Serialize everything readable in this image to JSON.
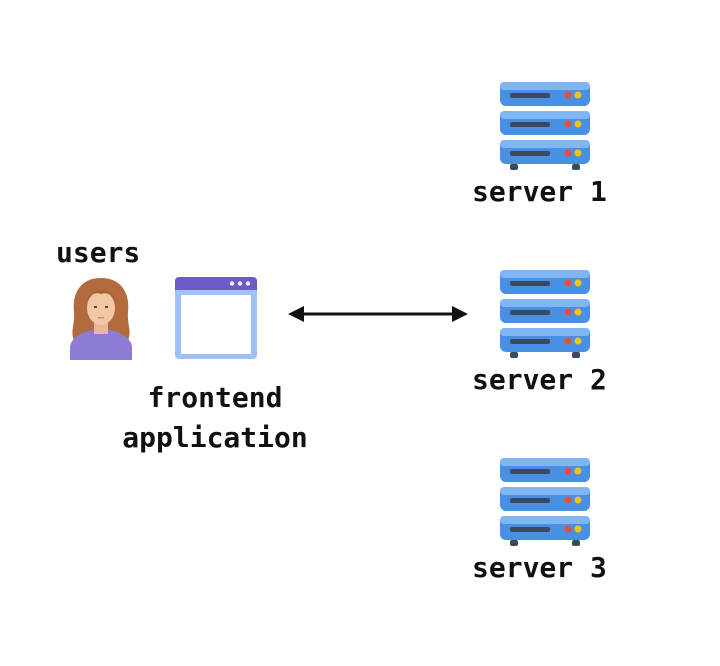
{
  "diagram": {
    "users": {
      "label": "users",
      "icon": "user-icon"
    },
    "frontend": {
      "label_line1": "frontend",
      "label_line2": "application",
      "icon": "browser-window-icon"
    },
    "servers": [
      {
        "label": "server 1",
        "icon": "server-icon"
      },
      {
        "label": "server 2",
        "icon": "server-icon"
      },
      {
        "label": "server 3",
        "icon": "server-icon"
      }
    ],
    "connection": {
      "from": "frontend application",
      "to": "server 2",
      "type": "bidirectional-arrow"
    },
    "colors": {
      "server_blue": "#4a90e2",
      "server_light": "#7fb6f3",
      "server_slot": "#3a4a63",
      "led_red": "#e74c3c",
      "led_yellow": "#f1c40f",
      "browser_bar": "#6e59c9",
      "browser_frame": "#9ec0f5",
      "user_hair": "#b36b3e",
      "user_skin": "#f2c7a5",
      "user_shirt": "#8d7bd4",
      "arrow": "#111111"
    }
  }
}
